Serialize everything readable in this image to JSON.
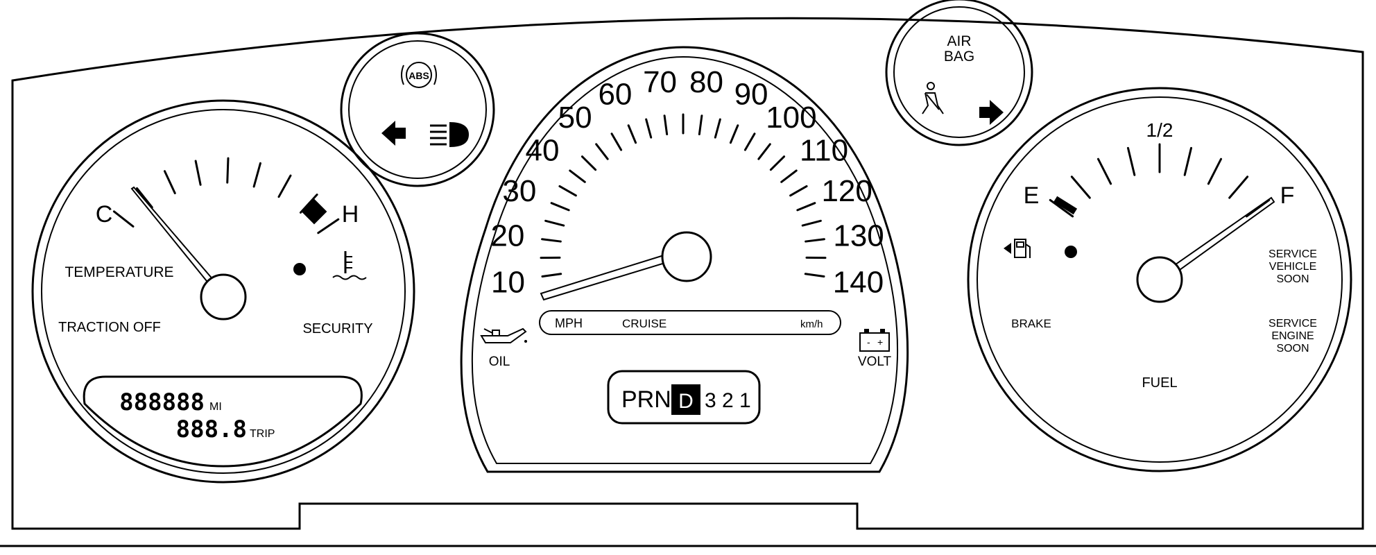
{
  "temperature_gauge": {
    "cold_label": "C",
    "hot_label": "H",
    "name_label": "TEMPERATURE",
    "traction_label": "TRACTION OFF",
    "security_label": "SECURITY",
    "odometer_value": "888888",
    "odometer_unit": "MI",
    "trip_value": "888.8",
    "trip_unit": "TRIP"
  },
  "left_indicator": {
    "abs_label": "ABS"
  },
  "speedometer": {
    "scale_labels": [
      "10",
      "20",
      "30",
      "40",
      "50",
      "60",
      "70",
      "80",
      "90",
      "100",
      "110",
      "120",
      "130",
      "140"
    ],
    "mph_label": "MPH",
    "cruise_label": "CRUISE",
    "kmh_label": "km/h",
    "oil_label": "OIL",
    "volt_label": "VOLT",
    "battery_minus": "-",
    "battery_plus": "+",
    "gear_prn": "PRN",
    "gear_selected": "D",
    "gear_rest": "3 2 1"
  },
  "right_indicator": {
    "airbag_line1": "AIR",
    "airbag_line2": "BAG"
  },
  "fuel_gauge": {
    "empty_label": "E",
    "half_label": "1/2",
    "full_label": "F",
    "name_label": "FUEL",
    "brake_label": "BRAKE",
    "service_vehicle_line1": "SERVICE",
    "service_vehicle_line2": "VEHICLE",
    "service_vehicle_line3": "SOON",
    "service_engine_line1": "SERVICE",
    "service_engine_line2": "ENGINE",
    "service_engine_line3": "SOON"
  }
}
